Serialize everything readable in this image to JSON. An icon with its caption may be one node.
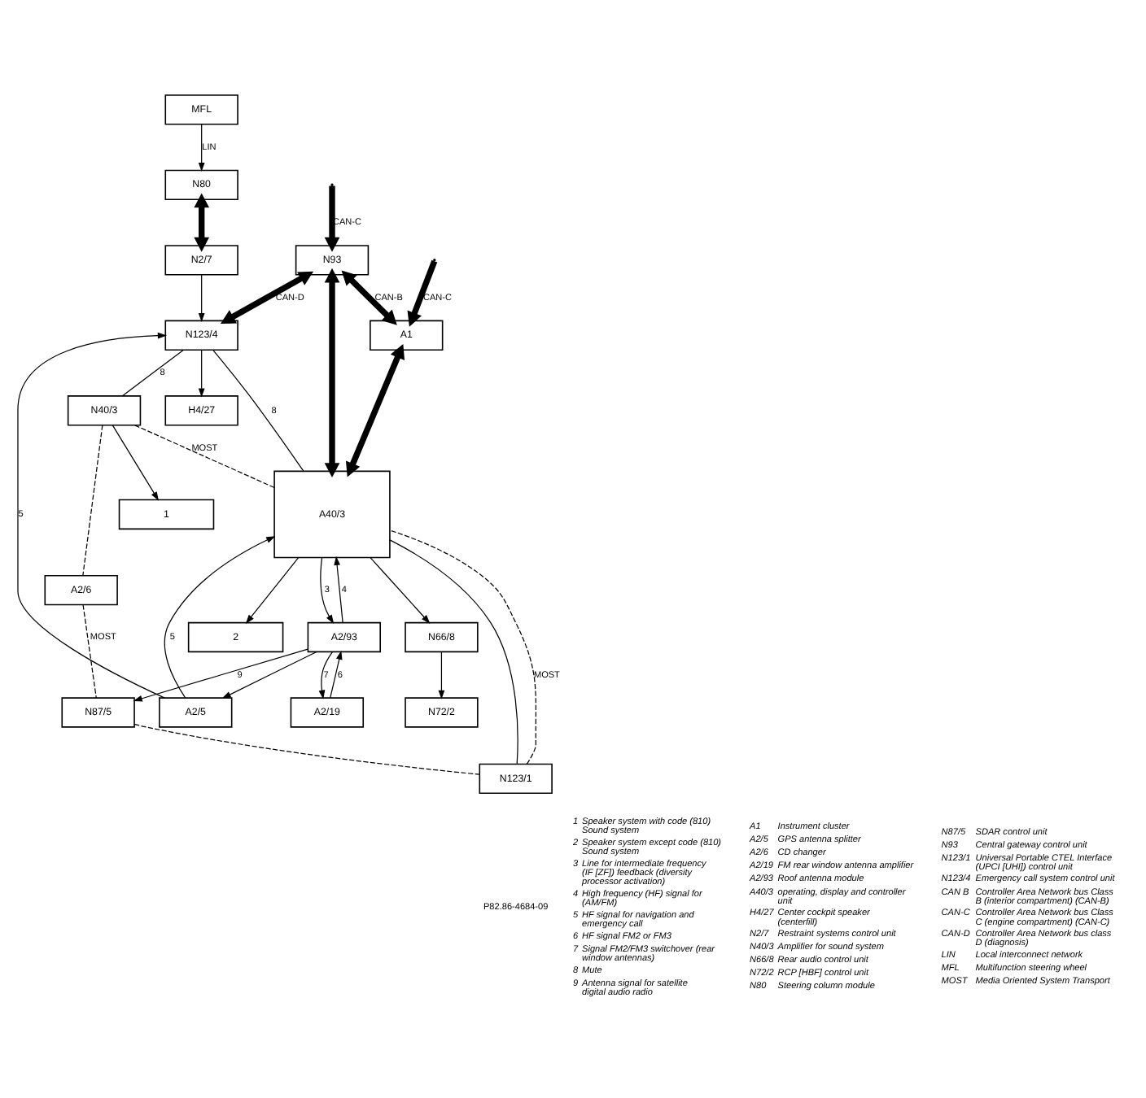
{
  "diagram": {
    "nodes": [
      {
        "text": [
          "N80"
        ]
      },
      {
        "text": [
          "MFL"
        ]
      },
      {
        "text": [
          "A1"
        ]
      },
      {
        "text": [
          "N93"
        ]
      },
      {
        "text": [
          "N72/2"
        ]
      },
      {
        "text": [
          "N2/7"
        ]
      },
      {
        "text": [
          "N123/4"
        ]
      },
      {
        "text": [
          "2"
        ]
      },
      {
        "text": [
          "A40/3"
        ]
      },
      {
        "text": [
          "N66/8"
        ]
      },
      {
        "text": [
          "H4/27"
        ]
      },
      {
        "text": [
          "A2/93"
        ]
      },
      {
        "text": [
          "A2/19"
        ]
      },
      {
        "text": [
          "N40/3"
        ]
      },
      {
        "text": [
          "1"
        ]
      },
      {
        "text": [
          "A2/5"
        ]
      },
      {
        "text": [
          "A2/6"
        ]
      },
      {
        "text": [
          "N87/5"
        ]
      },
      {
        "text": [
          "N123/1"
        ]
      }
    ],
    "edges": [
      {
        "from": 1,
        "to": 0,
        "arrow": "to",
        "label": "LIN"
      },
      {
        "from": null,
        "to": 2,
        "arrow": "to",
        "label": "CAN-C",
        "style": "thick"
      },
      {
        "from": null,
        "to": 3,
        "arrow": "to",
        "label": "CAN-C",
        "style": "thick"
      },
      {
        "from": 0,
        "to": 5,
        "arrow": "both",
        "style": "thick"
      },
      {
        "from": 3,
        "to": 2,
        "arrow": "both",
        "label": "CAN-B",
        "style": "thick"
      },
      {
        "from": 3,
        "to": 8,
        "arrow": "both",
        "style": "thick"
      },
      {
        "from": 2,
        "to": 8,
        "arrow": "both",
        "style": "thick"
      },
      {
        "from": 3,
        "to": 6,
        "arrow": "both",
        "label": "CAN-D",
        "style": "thick"
      },
      {
        "from": 5,
        "to": 6,
        "arrow": "to"
      },
      {
        "from": 6,
        "to": 10,
        "arrow": "to"
      },
      {
        "from": 8,
        "to": 7,
        "arrow": "to"
      },
      {
        "from": 8,
        "to": 9,
        "arrow": "to"
      },
      {
        "from": 9,
        "to": 4,
        "arrow": "to"
      },
      {
        "from": 8,
        "to": 11,
        "arrow": "to",
        "label": "3"
      },
      {
        "from": 11,
        "to": 8,
        "arrow": "to",
        "label": "4"
      },
      {
        "from": 12,
        "to": 11,
        "arrow": "to",
        "label": "6"
      },
      {
        "from": 11,
        "to": 12,
        "arrow": "to",
        "label": "7"
      },
      {
        "from": 6,
        "to": 13,
        "arrow": "none",
        "label": "8"
      },
      {
        "from": 6,
        "to": 8,
        "arrow": "none",
        "label": "8"
      },
      {
        "from": 8,
        "to": 18,
        "arrow": "none"
      },
      {
        "from": 13,
        "to": 8,
        "arrow": "none",
        "label": "MOST",
        "style": "dashed"
      },
      {
        "from": 13,
        "to": 14,
        "arrow": "to"
      },
      {
        "from": 13,
        "to": 16,
        "arrow": "none",
        "style": "dashed"
      },
      {
        "from": 16,
        "to": 17,
        "arrow": "none",
        "label": "MOST",
        "style": "dashed"
      },
      {
        "from": 17,
        "to": 18,
        "arrow": "none",
        "style": "dashed"
      },
      {
        "from": 18,
        "to": 8,
        "arrow": "none",
        "label": "MOST",
        "style": "dashed"
      },
      {
        "from": 11,
        "to": 15,
        "arrow": "to"
      },
      {
        "from": 15,
        "to": 8,
        "arrow": "to",
        "label": "5"
      },
      {
        "from": 11,
        "to": 17,
        "arrow": "to",
        "label": "9"
      },
      {
        "from": 15,
        "to": 6,
        "arrow": "to",
        "label": "5"
      }
    ],
    "labels": [
      "P82.86-4684-09",
      "1",
      "Speaker system with code (810) Sound system",
      "2",
      "Speaker system except code (810) Sound system",
      "3",
      "Line for intermediate frequency (IF [ZF]) feedback (diversity processor activation)",
      "4",
      "High frequency (HF) signal for (AM/FM)",
      "5",
      "HF signal for navigation and emergency call",
      "6",
      "HF signal FM2 or FM3",
      "7",
      "Signal FM2/FM3 switchover (rear window antennas)",
      "8",
      "Mute",
      "9",
      "Antenna signal for satellite digital audio radio",
      "A1",
      "Instrument cluster",
      "A2/5",
      "GPS antenna splitter",
      "A2/6",
      "CD changer",
      "A2/19",
      "FM rear window antenna amplifier",
      "A2/93",
      "Roof antenna module",
      "A40/3",
      "operating, display and controller unit",
      "H4/27",
      "Center cockpit speaker (centerfill)",
      "N2/7",
      "Restraint systems control unit",
      "N40/3",
      "Amplifier for sound system",
      "N66/8",
      "Rear audio control unit",
      "N72/2",
      "RCP [HBF] control unit",
      "N80",
      "Steering column module",
      "N87/5",
      "SDAR control unit",
      "N93",
      "Central gateway control unit",
      "N123/1",
      "Universal Portable CTEL Interface (UPCI [UHI]) control unit",
      "N123/4",
      "Emergency call system control unit",
      "CAN B",
      "Controller Area Network bus Class B (interior compartment) (CAN-B)",
      "CAN-C",
      "Controller Area Network bus Class C (engine compartment) (CAN-C)",
      "CAN-D",
      "Controller Area Network bus class D (diagnosis)",
      "LIN",
      "Local interconnect network",
      "MFL",
      "Multifunction steering wheel",
      "MOST",
      "Media Oriented System Transport"
    ]
  }
}
